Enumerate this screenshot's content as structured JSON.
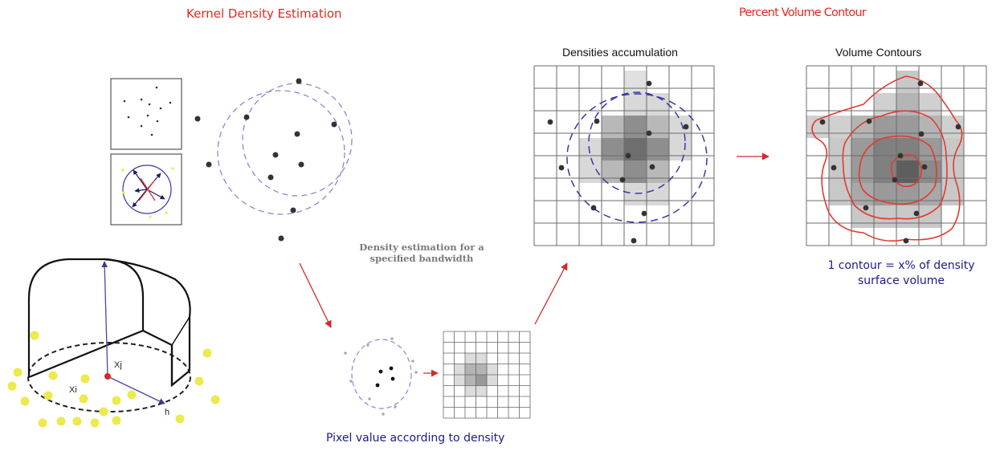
{
  "titles": {
    "kde": "Kernel Density Estimation",
    "pvc": "Percent Volume Contour"
  },
  "labels": {
    "densities_accumulation": "Densities accumulation",
    "volume_contours": "Volume Contours",
    "density_estimation_line1": "Density estimation for a",
    "density_estimation_line2": "specified bandwidth",
    "pixel_value": "Pixel value according to density",
    "contour_line1": "1 contour = x% of density",
    "contour_line2": "surface volume"
  },
  "symbols": {
    "xj": "Xj",
    "xi": "Xi",
    "h": "h"
  },
  "colors": {
    "title_red": "#e8281e",
    "caption_blue": "#1c1a8e",
    "arrow_red": "#d42a2a",
    "kernel_circle": "#7b74c6",
    "point_yellow": "#ecea4c",
    "point_dark": "#333333",
    "grid_line": "#6b6b6b"
  },
  "icons": [
    "arrow-right-icon",
    "arrow-diagonal-icon"
  ]
}
